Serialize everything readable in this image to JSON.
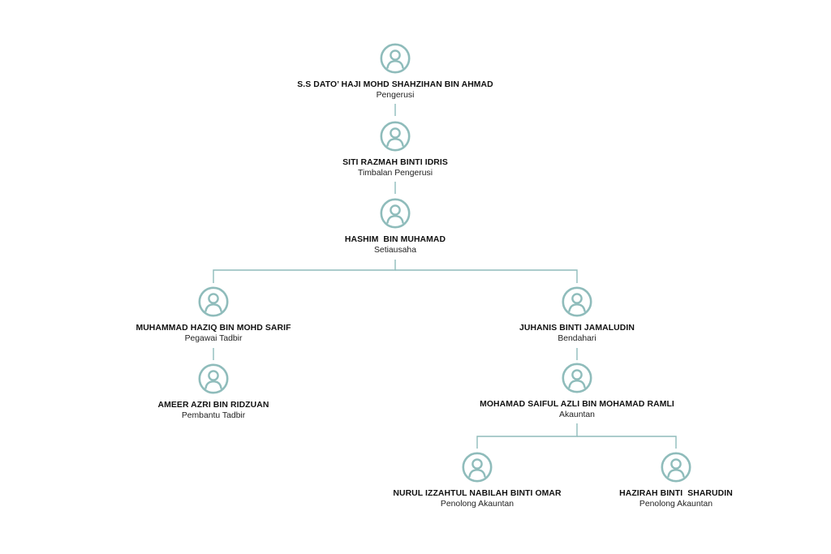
{
  "colors": {
    "accent": "#8fbcbb",
    "name_text": "#111111",
    "role_text": "#222222",
    "background": "#ffffff"
  },
  "icon": "person-circle-icon",
  "nodes": {
    "chairman": {
      "name": "S.S DATO’ HAJI MOHD SHAHZIHAN BIN AHMAD",
      "role": "Pengerusi"
    },
    "deputy_chairman": {
      "name": "SITI RAZMAH BINTI IDRIS",
      "role": "Timbalan Pengerusi"
    },
    "secretary": {
      "name": "HASHIM  BIN MUHAMAD",
      "role": "Setiausaha"
    },
    "admin_officer": {
      "name": "MUHAMMAD HAZIQ BIN MOHD SARIF",
      "role": "Pegawai Tadbir"
    },
    "treasurer": {
      "name": "JUHANIS BINTI JAMALUDIN",
      "role": "Bendahari"
    },
    "admin_assistant": {
      "name": "AMEER AZRI BIN RIDZUAN",
      "role": "Pembantu Tadbir"
    },
    "accountant": {
      "name": "MOHAMAD SAIFUL AZLI BIN MOHAMAD RAMLI",
      "role": "Akauntan"
    },
    "asst_accountant_1": {
      "name": "NURUL IZZAHTUL NABILAH BINTI OMAR",
      "role": "Penolong Akauntan"
    },
    "asst_accountant_2": {
      "name": "HAZIRAH BINTI  SHARUDIN",
      "role": "Penolong Akauntan"
    }
  }
}
